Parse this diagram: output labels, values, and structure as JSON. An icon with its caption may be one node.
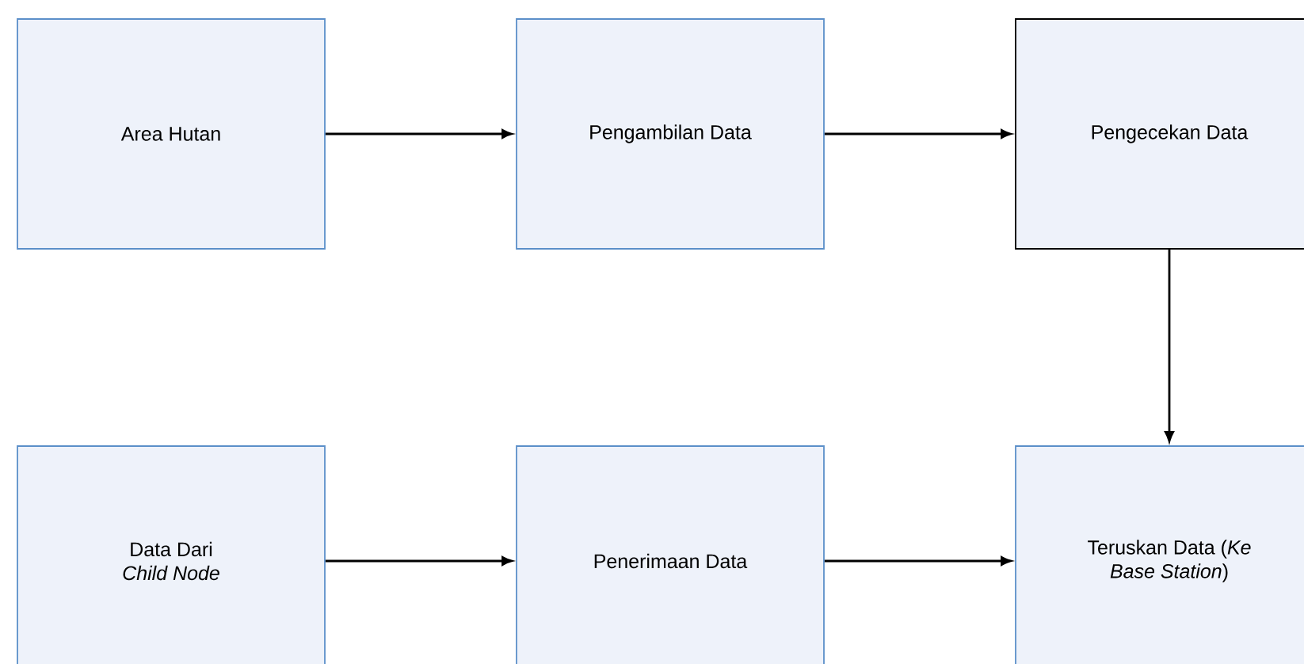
{
  "diagram": {
    "nodes": [
      {
        "text": [
          "Area Hutan"
        ]
      },
      {
        "text": [
          "Pengambilan Data"
        ]
      },
      {
        "text": [
          "Pengecekan Data"
        ]
      },
      {
        "text": [
          "Data Dari *Child Node*"
        ]
      },
      {
        "text": [
          "Penerimaan Data"
        ]
      },
      {
        "text": [
          "Teruskan Data (*Ke Base Station*)"
        ]
      }
    ],
    "edges": [
      {
        "from": 0,
        "to": 1,
        "arrow": "to"
      },
      {
        "from": 1,
        "to": 2,
        "arrow": "to"
      },
      {
        "from": 2,
        "to": 5,
        "arrow": "to"
      },
      {
        "from": 3,
        "to": 4,
        "arrow": "to"
      },
      {
        "from": 4,
        "to": 5,
        "arrow": "to"
      }
    ]
  }
}
